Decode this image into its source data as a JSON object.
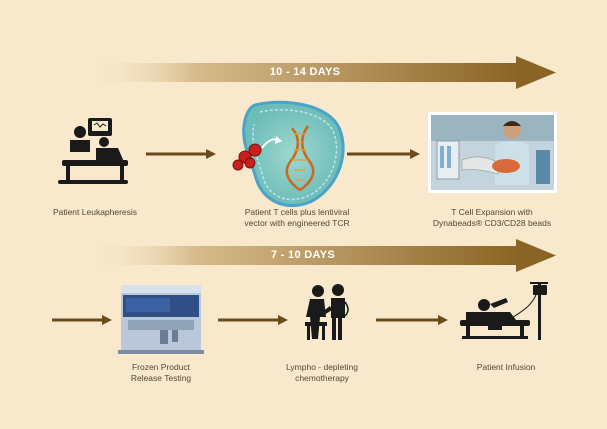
{
  "timeline": {
    "phase_1": {
      "duration": "10 - 14 DAYS"
    },
    "phase_2": {
      "duration": "7 - 10 DAYS"
    }
  },
  "steps": {
    "leukapheresis": {
      "line1": "Patient Leukapheresis"
    },
    "transduction": {
      "line1": "Patient T cells plus lentiviral",
      "line2": "vector with engineered TCR"
    },
    "expansion": {
      "line1": "T Cell Expansion with",
      "line2": "Dynabeads® CD3/CD28 beads"
    },
    "release_testing": {
      "line1": "Frozen Product",
      "line2": "Release Testing"
    },
    "lymphodepletion": {
      "line1": "Lympho - depleting",
      "line2": "chemotherapy"
    },
    "infusion": {
      "line1": "Patient Infusion"
    }
  },
  "colors": {
    "background": "#f8e8cc",
    "arrow": "#6b4a1e",
    "banner_dark": "#8a6424",
    "cell_fill": "#7ec8c0",
    "cell_border": "#4aa3c8",
    "icon": "#1a1a1a"
  }
}
